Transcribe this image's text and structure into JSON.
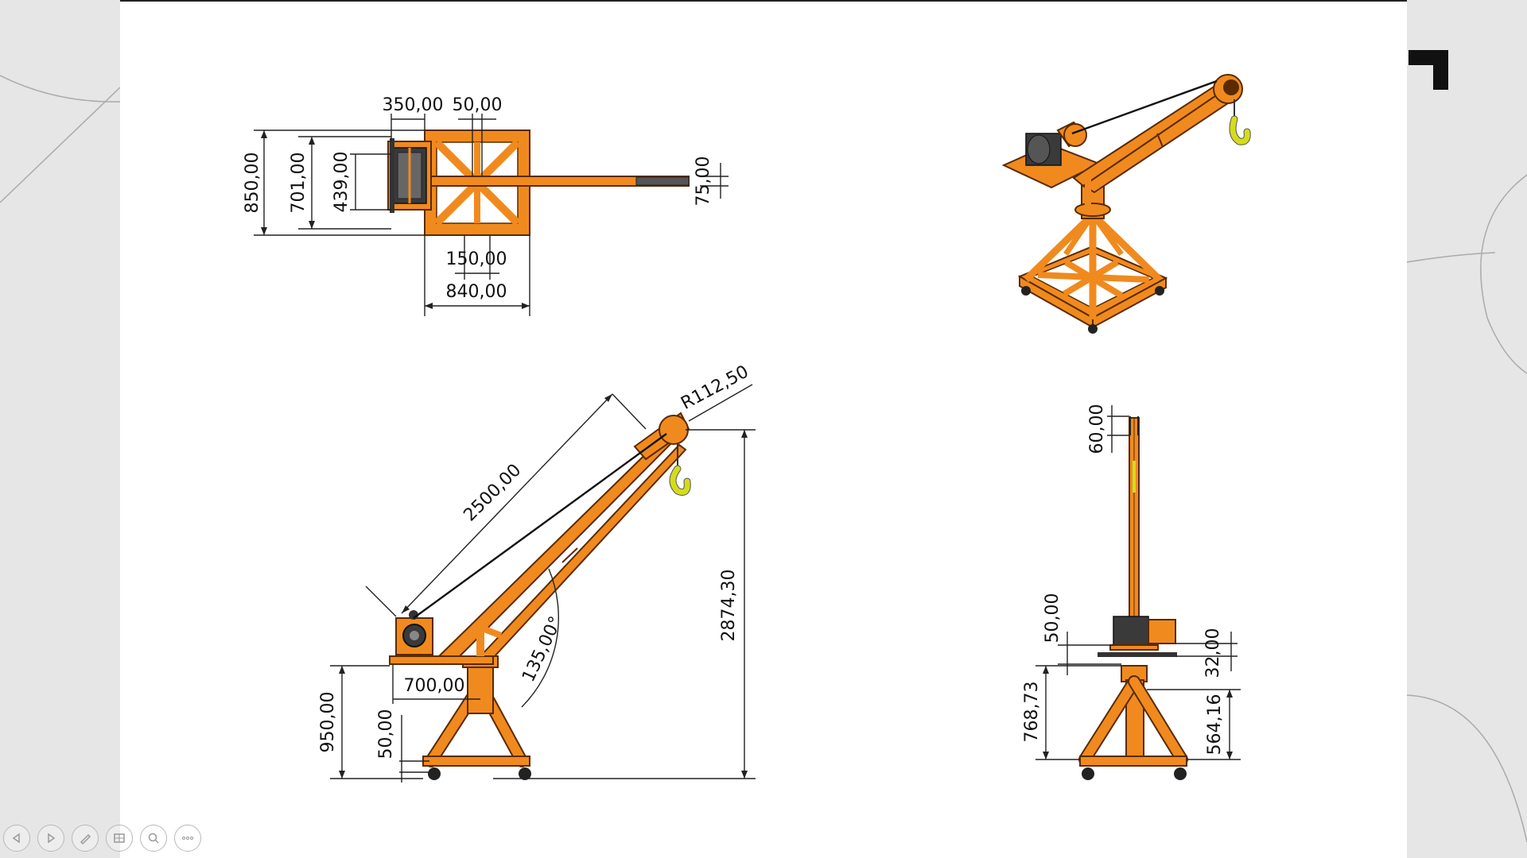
{
  "dimensions": {
    "top_view": {
      "d_350": "350,00",
      "d_50": "50,00",
      "d_850": "850,00",
      "d_701": "701,00",
      "d_439": "439,00",
      "d_75": "75,00",
      "d_150": "150,00",
      "d_840": "840,00"
    },
    "side_view": {
      "d_2500": "2500,00",
      "r_112": "R112,50",
      "d_2874": "2874,30",
      "angle_135": "135,00°",
      "d_700": "700,00",
      "d_950": "950,00",
      "d_50": "50,00"
    },
    "front_view": {
      "d_60": "60,00",
      "d_50": "50,00",
      "d_32": "32,00",
      "d_768": "768,73",
      "d_564": "564,16"
    }
  },
  "toolbar": {
    "icons": [
      "previous-icon",
      "next-icon",
      "pen-icon",
      "slides-icon",
      "zoom-icon",
      "more-icon"
    ]
  },
  "colors": {
    "crane_orange": "#f08a1e",
    "hook_yellow": "#d4dc1c",
    "slide_bg": "#ffffff",
    "outside_bg": "#e6e6e6"
  }
}
